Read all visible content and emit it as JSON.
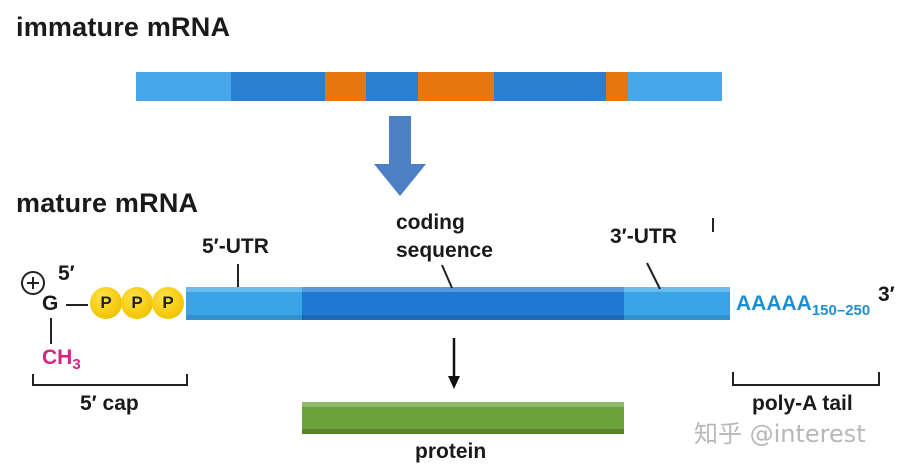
{
  "immature": {
    "title": "immature mRNA",
    "segments": [
      {
        "kind": "utr",
        "color": "#47a7e8"
      },
      {
        "kind": "exon",
        "color": "#2a7fd2"
      },
      {
        "kind": "intron",
        "color": "#e8760f"
      },
      {
        "kind": "exon",
        "color": "#2a7fd2"
      },
      {
        "kind": "intron",
        "color": "#e8760f"
      },
      {
        "kind": "exon",
        "color": "#2a7fd2"
      },
      {
        "kind": "intron",
        "color": "#e8760f"
      },
      {
        "kind": "utr",
        "color": "#47a7e8"
      }
    ]
  },
  "mature": {
    "title": "mature mRNA",
    "cap": {
      "plus": "+",
      "five_prime": "5′",
      "g": "G",
      "phosphates": [
        "P",
        "P",
        "P"
      ],
      "methyl": "CH",
      "methyl_sub": "3",
      "label": "5′ cap"
    },
    "utr5_label": "5′-UTR",
    "coding_label_1": "coding",
    "coding_label_2": "sequence",
    "utr3_label": "3′-UTR",
    "polya": "AAAAA",
    "polya_sub": "150–250",
    "three_prime": "3′",
    "polya_label": "poly-A tail"
  },
  "protein_label": "protein",
  "watermark": "知乎 @interest",
  "colors": {
    "utr": "#3aa4e8",
    "coding": "#1f78d1",
    "intron": "#e8760f",
    "arrow": "#4d7fc4",
    "protein": "#6aa339",
    "methyl": "#d6247f",
    "polya": "#1e8fd0"
  }
}
